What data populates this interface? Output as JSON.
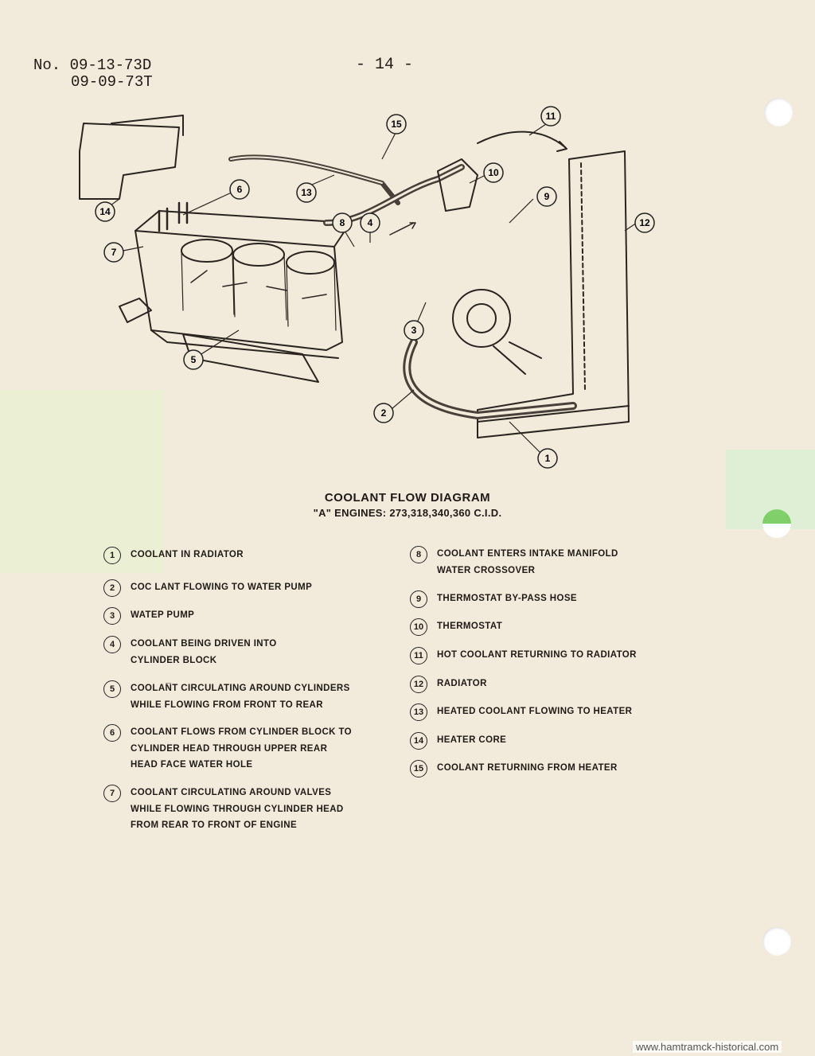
{
  "header": {
    "doc_number_line1": "No. 09-13-73D",
    "doc_number_line2": "09-09-73T",
    "page_number": "- 14 -"
  },
  "diagram": {
    "callouts": [
      "1",
      "2",
      "3",
      "4",
      "5",
      "6",
      "7",
      "8",
      "9",
      "10",
      "11",
      "12",
      "13",
      "14",
      "15"
    ]
  },
  "caption": {
    "title": "COOLANT FLOW DIAGRAM",
    "subtitle": "\"A\" ENGINES: 273,318,340,360 C.I.D."
  },
  "legend": [
    {
      "num": "1",
      "lines": [
        "COOLANT IN RADIATOR"
      ]
    },
    {
      "num": "2",
      "lines": [
        "COC LANT FLOWING TO WATER PUMP"
      ]
    },
    {
      "num": "3",
      "lines": [
        "WATEP PUMP"
      ]
    },
    {
      "num": "4",
      "lines": [
        "COOLANT BEING DRIVEN INTO",
        "CYLINDER BLOCK"
      ]
    },
    {
      "num": "5",
      "lines": [
        "COOLAN̅T CIRCULATING AROUND CYLINDERS",
        "WHILE FLOWING FROM FRONT TO REAR"
      ]
    },
    {
      "num": "6",
      "lines": [
        "COOLANT FLOWS FROM CYLINDER BLOCK TO",
        "CYLINDER HEAD THROUGH UPPER REAR",
        "HEAD FACE WATER HOLE"
      ]
    },
    {
      "num": "7",
      "lines": [
        "COOLANT CIRCULATING AROUND VALVES",
        "WHILE FLOWING THROUGH CYLINDER HEAD",
        "FROM REAR TO FRONT OF ENGINE"
      ]
    },
    {
      "num": "8",
      "lines": [
        "COOLANT ENTERS INTAKE MANIFOLD",
        "WATER CROSSOVER"
      ]
    },
    {
      "num": "9",
      "lines": [
        "THERMOSTAT BY-PASS HOSE"
      ]
    },
    {
      "num": "10",
      "lines": [
        "THERMOSTAT"
      ]
    },
    {
      "num": "11",
      "lines": [
        "HOT COOLANT RETURNING TO RADIATOR"
      ]
    },
    {
      "num": "12",
      "lines": [
        "RADIATOR"
      ]
    },
    {
      "num": "13",
      "lines": [
        "HEATED COOLANT FLOWING TO HEATER"
      ]
    },
    {
      "num": "14",
      "lines": [
        "HEATER CORE"
      ]
    },
    {
      "num": "15",
      "lines": [
        "COOLANT RETURNING FROM HEATER"
      ]
    }
  ],
  "credit": "www.hamtramck-historical.com"
}
